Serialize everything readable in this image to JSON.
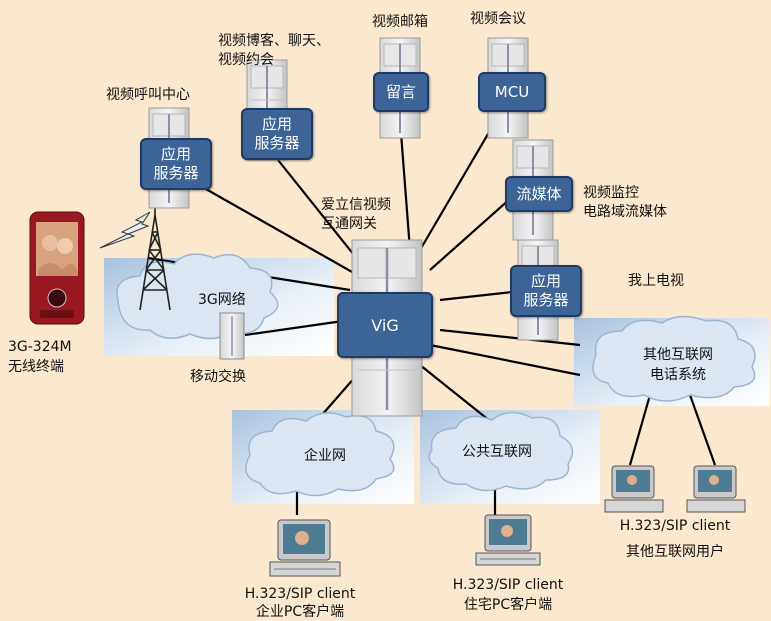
{
  "labels": {
    "call_center": "视频呼叫中心",
    "blog_chat": "视频博客、聊天、",
    "dating": "视频约会",
    "voicemail": "视频邮箱",
    "conference": "视频会议",
    "gateway1": "爱立信视频",
    "gateway2": "互通网关",
    "surveillance": "视频监控",
    "streaming": "电路域流媒体",
    "mytv": "我上电视",
    "terminal1": "3G-324M",
    "terminal2": "无线终端",
    "mobile_switch": "移动交换",
    "pc_client_ent": "H.323/SIP client",
    "ent_pc": "企业PC客户端",
    "pc_client_home": "H.323/SIP client",
    "home_pc": "住宅PC客户端",
    "pc_client_other": "H.323/SIP client",
    "other_users": "其他互联网用户"
  },
  "badges": {
    "app_server_1": "应用\n服务器",
    "app_server_2": "应用\n服务器",
    "app_server_3": "应用\n服务器",
    "voicemail": "留言",
    "mcu": "MCU",
    "streaming": "流媒体",
    "vig": "ViG"
  },
  "clouds": {
    "net3g": "3G网络",
    "enterprise": "企业网",
    "public": "公共互联网",
    "other": "其他互联网\n电话系统"
  },
  "colors": {
    "background": "#fbe9cf",
    "badge": "#3d6496",
    "cloud_fill": "#dbe6f2"
  }
}
